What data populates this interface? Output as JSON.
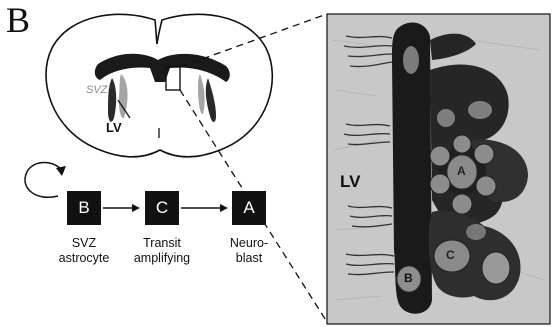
{
  "panel_letter": "B",
  "brain_section": {
    "svz_label": "SVZ",
    "lv_label": "LV"
  },
  "lineage": {
    "cells": [
      {
        "letter": "B",
        "caption_line1": "SVZ",
        "caption_line2": "astrocyte"
      },
      {
        "letter": "C",
        "caption_line1": "Transit",
        "caption_line2": "amplifying"
      },
      {
        "letter": "A",
        "caption_line1": "Neuro-",
        "caption_line2": "blast"
      }
    ]
  },
  "detail_panel": {
    "lv_label": "LV",
    "cell_labels": {
      "a": "A",
      "c": "C",
      "b": "B"
    }
  },
  "colors": {
    "ink": "#111111",
    "box_fill": "#111111",
    "detail_background": "#c8c8c8",
    "ependyma": "#1a1a1a",
    "nucleus": "#8d8d8d"
  }
}
